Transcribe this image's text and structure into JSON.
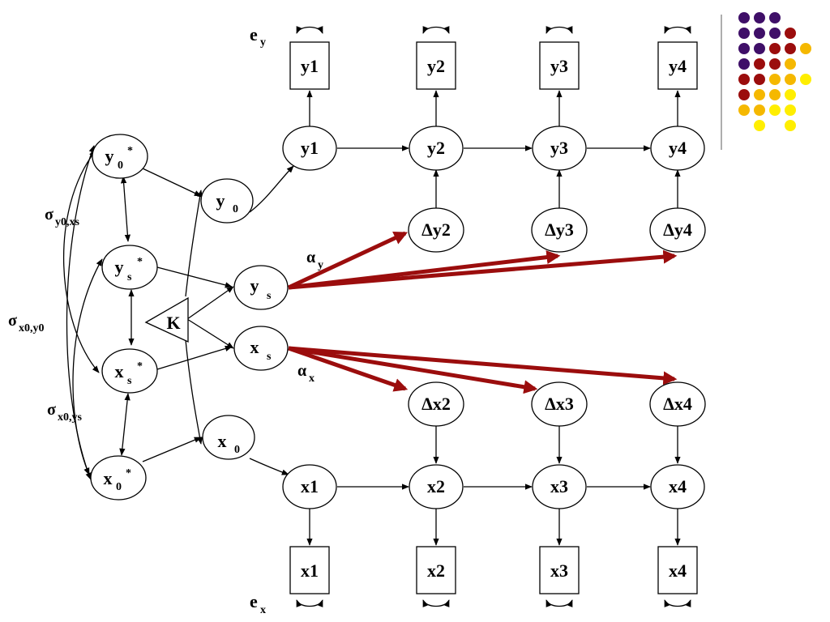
{
  "nodes": {
    "y_obs": [
      "y1",
      "y2",
      "y3",
      "y4"
    ],
    "y_lat": [
      "y1",
      "y2",
      "y3",
      "y4"
    ],
    "dy": [
      "Δy2",
      "Δy3",
      "Δy4"
    ],
    "dx": [
      "Δx2",
      "Δx3",
      "Δx4"
    ],
    "x_lat": [
      "x1",
      "x2",
      "x3",
      "x4"
    ],
    "x_obs": [
      "x1",
      "x2",
      "x3",
      "x4"
    ],
    "y0": {
      "base": "y",
      "sub": "0"
    },
    "ys": {
      "base": "y",
      "sub": "s"
    },
    "xs": {
      "base": "x",
      "sub": "s"
    },
    "x0": {
      "base": "x",
      "sub": "0"
    },
    "y0star": {
      "base": "y",
      "sub": "0",
      "sup": "*"
    },
    "ysstar": {
      "base": "y",
      "sub": "s",
      "sup": "*"
    },
    "xsstar": {
      "base": "x",
      "sub": "s",
      "sup": "*"
    },
    "x0star": {
      "base": "x",
      "sub": "0",
      "sup": "*"
    },
    "K": "K"
  },
  "labels": {
    "ey": {
      "base": "e",
      "sub": "y"
    },
    "ex": {
      "base": "e",
      "sub": "x"
    },
    "alpha_y": {
      "base": "α",
      "sub": "y"
    },
    "alpha_x": {
      "base": "α",
      "sub": "x"
    },
    "sigma_y0xs": {
      "base": "σ",
      "sub": "y0,xs"
    },
    "sigma_x0y0": {
      "base": "σ",
      "sub": "x0,y0"
    },
    "sigma_x0ys": {
      "base": "σ",
      "sub": "x0,ys"
    }
  },
  "colors": {
    "arrow_red": "#9b0d0d",
    "dot_purple": "#3f0f68",
    "dot_red": "#9b0d0d",
    "dot_orange": "#f5b800",
    "dot_yellow": "#ffee00"
  }
}
